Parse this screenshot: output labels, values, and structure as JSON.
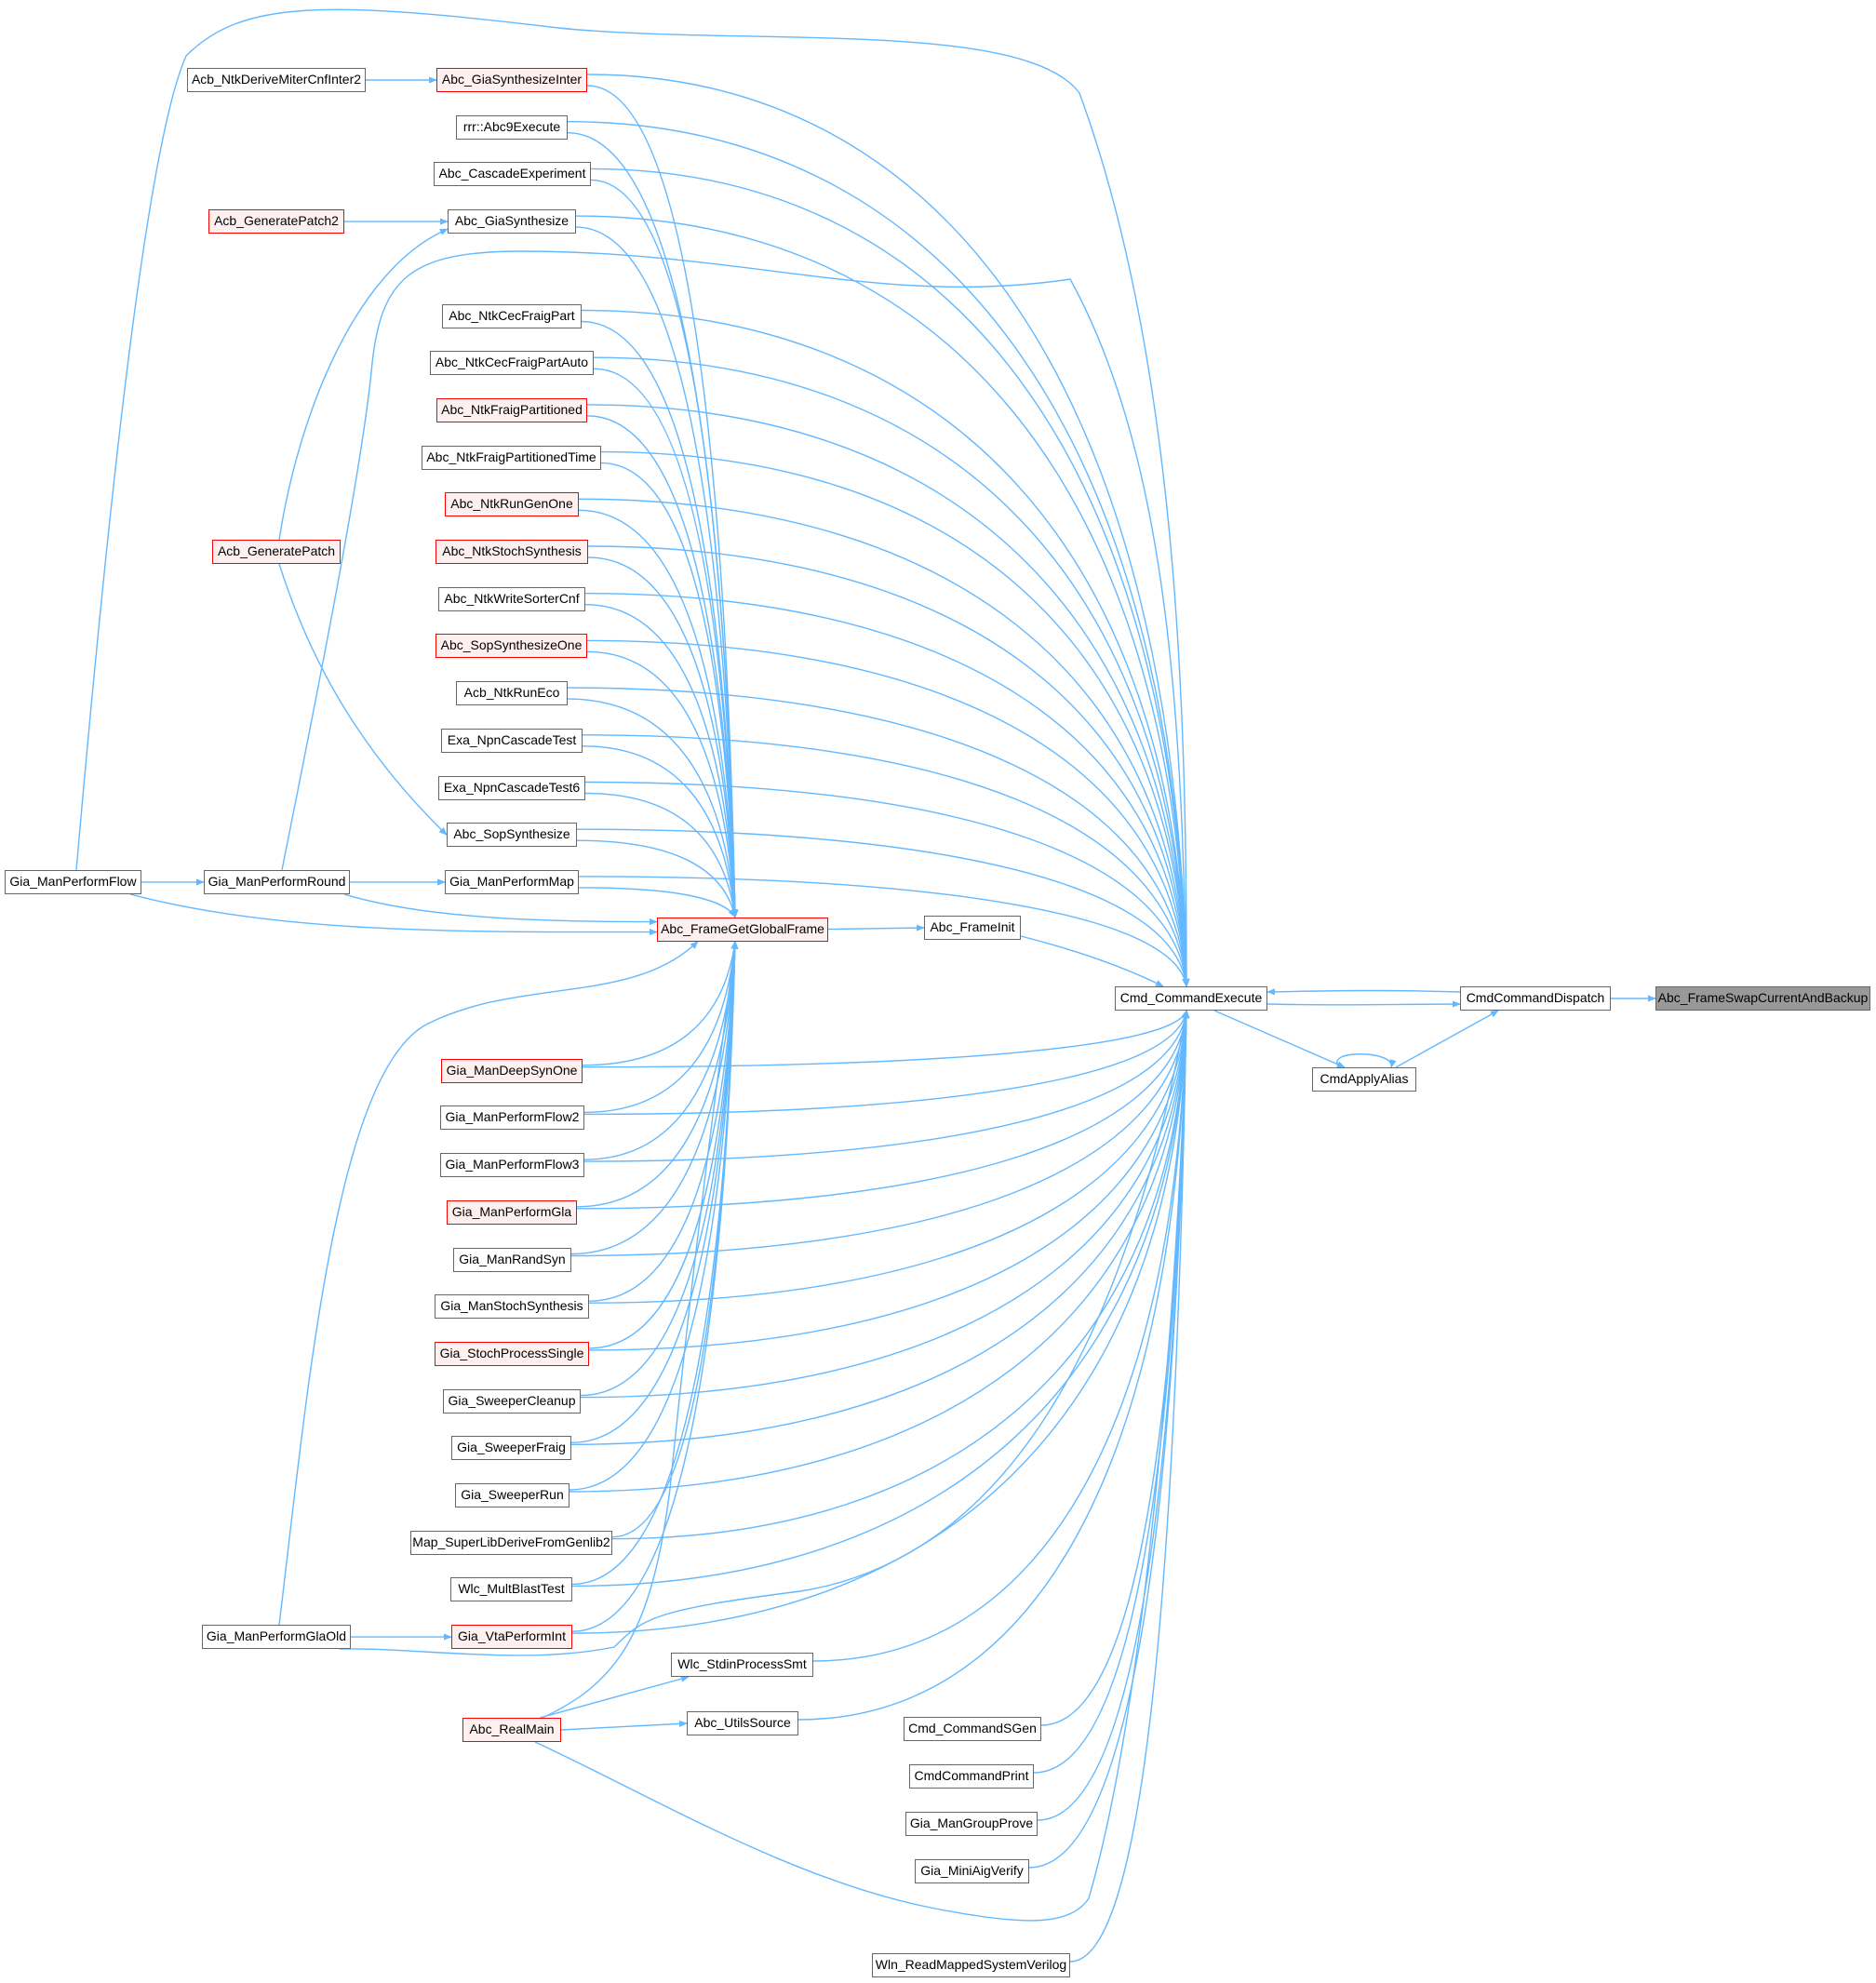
{
  "title": "Abc_FrameSwapCurrentAndBackup caller graph",
  "colors": {
    "edge": "#63b8ff",
    "highlight_border": "#ff0000",
    "highlight_fill": "#fff0f0",
    "focus_fill": "#999999"
  },
  "nodes": [
    {
      "id": "swap",
      "label": "Abc_FrameSwapCurrentAndBackup",
      "style": "gray"
    },
    {
      "id": "dispatch",
      "label": "CmdCommandDispatch",
      "style": "plain"
    },
    {
      "id": "alias",
      "label": "CmdApplyAlias",
      "style": "plain"
    },
    {
      "id": "exec",
      "label": "Cmd_CommandExecute",
      "style": "plain"
    },
    {
      "id": "init",
      "label": "Abc_FrameInit",
      "style": "plain"
    },
    {
      "id": "gf",
      "label": "Abc_FrameGetGlobalFrame",
      "style": "red"
    },
    {
      "id": "flow",
      "label": "Gia_ManPerformFlow",
      "style": "plain"
    },
    {
      "id": "round",
      "label": "Gia_ManPerformRound",
      "style": "plain"
    },
    {
      "id": "miter2",
      "label": "Acb_NtkDeriveMiterCnfInter2",
      "style": "plain"
    },
    {
      "id": "patch2",
      "label": "Acb_GeneratePatch2",
      "style": "red"
    },
    {
      "id": "patch",
      "label": "Acb_GeneratePatch",
      "style": "red"
    },
    {
      "id": "giasyninter",
      "label": "Abc_GiaSynthesizeInter",
      "style": "red"
    },
    {
      "id": "rrr",
      "label": "rrr::Abc9Execute",
      "style": "plain"
    },
    {
      "id": "cascade",
      "label": "Abc_CascadeExperiment",
      "style": "plain"
    },
    {
      "id": "giasyn",
      "label": "Abc_GiaSynthesize",
      "style": "plain"
    },
    {
      "id": "cecpart",
      "label": "Abc_NtkCecFraigPart",
      "style": "plain"
    },
    {
      "id": "cecpartauto",
      "label": "Abc_NtkCecFraigPartAuto",
      "style": "plain"
    },
    {
      "id": "fraigpart",
      "label": "Abc_NtkFraigPartitioned",
      "style": "red"
    },
    {
      "id": "fraigparttime",
      "label": "Abc_NtkFraigPartitionedTime",
      "style": "plain"
    },
    {
      "id": "rungenone",
      "label": "Abc_NtkRunGenOne",
      "style": "red"
    },
    {
      "id": "ntkstoch",
      "label": "Abc_NtkStochSynthesis",
      "style": "red"
    },
    {
      "id": "sortercnf",
      "label": "Abc_NtkWriteSorterCnf",
      "style": "plain"
    },
    {
      "id": "sopsynone",
      "label": "Abc_SopSynthesizeOne",
      "style": "red"
    },
    {
      "id": "runeco",
      "label": "Acb_NtkRunEco",
      "style": "plain"
    },
    {
      "id": "npn",
      "label": "Exa_NpnCascadeTest",
      "style": "plain"
    },
    {
      "id": "npn6",
      "label": "Exa_NpnCascadeTest6",
      "style": "plain"
    },
    {
      "id": "sopsyn",
      "label": "Abc_SopSynthesize",
      "style": "plain"
    },
    {
      "id": "map",
      "label": "Gia_ManPerformMap",
      "style": "plain"
    },
    {
      "id": "deepsyn",
      "label": "Gia_ManDeepSynOne",
      "style": "red"
    },
    {
      "id": "flow2",
      "label": "Gia_ManPerformFlow2",
      "style": "plain"
    },
    {
      "id": "flow3",
      "label": "Gia_ManPerformFlow3",
      "style": "plain"
    },
    {
      "id": "gla",
      "label": "Gia_ManPerformGla",
      "style": "red"
    },
    {
      "id": "randsyn",
      "label": "Gia_ManRandSyn",
      "style": "plain"
    },
    {
      "id": "stochsyn",
      "label": "Gia_ManStochSynthesis",
      "style": "plain"
    },
    {
      "id": "stochsingle",
      "label": "Gia_StochProcessSingle",
      "style": "red"
    },
    {
      "id": "swcleanup",
      "label": "Gia_SweeperCleanup",
      "style": "plain"
    },
    {
      "id": "swfraig",
      "label": "Gia_SweeperFraig",
      "style": "plain"
    },
    {
      "id": "swrun",
      "label": "Gia_SweeperRun",
      "style": "plain"
    },
    {
      "id": "superlib",
      "label": "Map_SuperLibDeriveFromGenlib2",
      "style": "plain"
    },
    {
      "id": "multblast",
      "label": "Wlc_MultBlastTest",
      "style": "plain"
    },
    {
      "id": "vta",
      "label": "Gia_VtaPerformInt",
      "style": "red"
    },
    {
      "id": "glaold",
      "label": "Gia_ManPerformGlaOld",
      "style": "plain"
    },
    {
      "id": "smt",
      "label": "Wlc_StdinProcessSmt",
      "style": "plain"
    },
    {
      "id": "source",
      "label": "Abc_UtilsSource",
      "style": "plain"
    },
    {
      "id": "realmain",
      "label": "Abc_RealMain",
      "style": "red"
    },
    {
      "id": "sgen",
      "label": "Cmd_CommandSGen",
      "style": "plain"
    },
    {
      "id": "print",
      "label": "CmdCommandPrint",
      "style": "plain"
    },
    {
      "id": "groupprove",
      "label": "Gia_ManGroupProve",
      "style": "plain"
    },
    {
      "id": "miniaig",
      "label": "Gia_MiniAigVerify",
      "style": "plain"
    },
    {
      "id": "wln",
      "label": "Wln_ReadMappedSystemVerilog",
      "style": "plain"
    }
  ],
  "edges": [
    [
      "dispatch",
      "swap"
    ],
    [
      "exec",
      "dispatch"
    ],
    [
      "dispatch",
      "exec"
    ],
    [
      "exec",
      "alias"
    ],
    [
      "alias",
      "alias"
    ],
    [
      "alias",
      "dispatch"
    ],
    [
      "gf",
      "init"
    ],
    [
      "init",
      "exec"
    ],
    [
      "miter2",
      "giasyninter"
    ],
    [
      "patch2",
      "giasyn"
    ],
    [
      "patch",
      "giasyn"
    ],
    [
      "patch",
      "sopsyn"
    ],
    [
      "flow",
      "round"
    ],
    [
      "flow",
      "gf"
    ],
    [
      "flow",
      "exec"
    ],
    [
      "round",
      "map"
    ],
    [
      "round",
      "gf"
    ],
    [
      "round",
      "exec"
    ],
    [
      "glaold",
      "vta"
    ],
    [
      "glaold",
      "gf"
    ],
    [
      "glaold",
      "exec"
    ],
    [
      "realmain",
      "smt"
    ],
    [
      "realmain",
      "source"
    ],
    [
      "realmain",
      "gf"
    ],
    [
      "realmain",
      "exec"
    ],
    [
      "smt",
      "exec"
    ],
    [
      "source",
      "exec"
    ],
    [
      "sgen",
      "exec"
    ],
    [
      "print",
      "exec"
    ],
    [
      "groupprove",
      "exec"
    ],
    [
      "miniaig",
      "exec"
    ],
    [
      "wln",
      "exec"
    ]
  ],
  "both_targets": [
    "giasyninter",
    "rrr",
    "cascade",
    "giasyn",
    "cecpart",
    "cecpartauto",
    "fraigpart",
    "fraigparttime",
    "rungenone",
    "ntkstoch",
    "sortercnf",
    "sopsynone",
    "runeco",
    "npn",
    "npn6",
    "sopsyn",
    "map",
    "deepsyn",
    "flow2",
    "flow3",
    "gla",
    "randsyn",
    "stochsyn",
    "stochsingle",
    "swcleanup",
    "swfraig",
    "swrun",
    "superlib",
    "multblast",
    "vta"
  ]
}
